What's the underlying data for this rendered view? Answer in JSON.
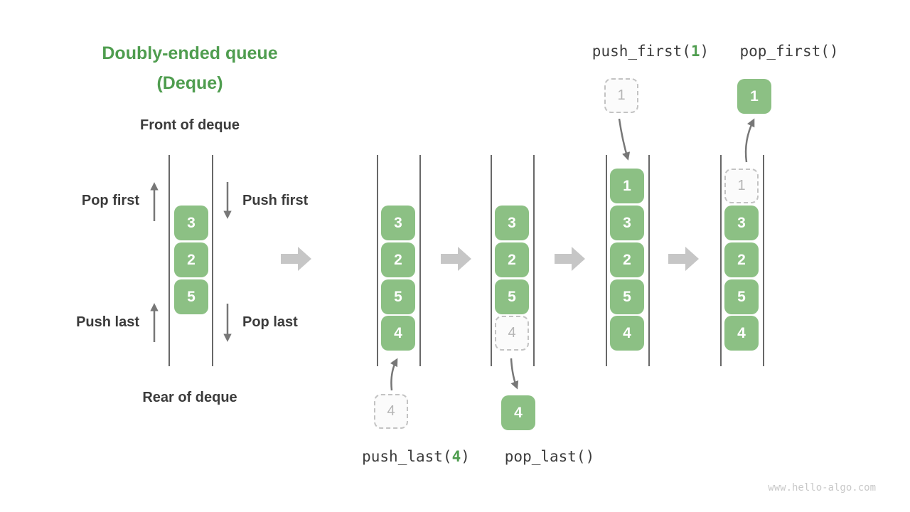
{
  "title": {
    "line1": "Doubly-ended queue",
    "line2": "(Deque)"
  },
  "left_diagram": {
    "front_label": "Front of deque",
    "rear_label": "Rear of deque",
    "pop_first_label": "Pop first",
    "push_first_label": "Push first",
    "push_last_label": "Push last",
    "pop_last_label": "Pop last",
    "cells": [
      "3",
      "2",
      "5"
    ]
  },
  "operations": {
    "push_first": {
      "pre": "push_first(",
      "arg": "1",
      "post": ")"
    },
    "pop_first": {
      "pre": "pop_first()",
      "arg": "",
      "post": ""
    },
    "push_last": {
      "pre": "push_last(",
      "arg": "4",
      "post": ")"
    },
    "pop_last": {
      "pre": "pop_last()",
      "arg": "",
      "post": ""
    }
  },
  "queues": {
    "push_last_state": {
      "cells": [
        "3",
        "2",
        "5",
        "4"
      ],
      "external_ghost": "4"
    },
    "pop_last_state": {
      "cells": [
        "3",
        "2",
        "5"
      ],
      "ghost": "4",
      "external": "4"
    },
    "push_first_state": {
      "cells": [
        "1",
        "3",
        "2",
        "5",
        "4"
      ],
      "external_ghost": "1"
    },
    "pop_first_state": {
      "ghost": "1",
      "cells": [
        "3",
        "2",
        "5",
        "4"
      ],
      "external": "1"
    }
  },
  "colors": {
    "cell_green": "#8CC084",
    "accent_green": "#4F9D4F",
    "dark_text": "#3B3B3B",
    "arrow_gray": "#777777",
    "transition_arrow_gray": "#C6C6C6",
    "ghost_border": "#C3C3C3",
    "ghost_text": "#B5B5B5",
    "watermark_gray": "#C9C9C9"
  },
  "watermark": "www.hello-algo.com"
}
